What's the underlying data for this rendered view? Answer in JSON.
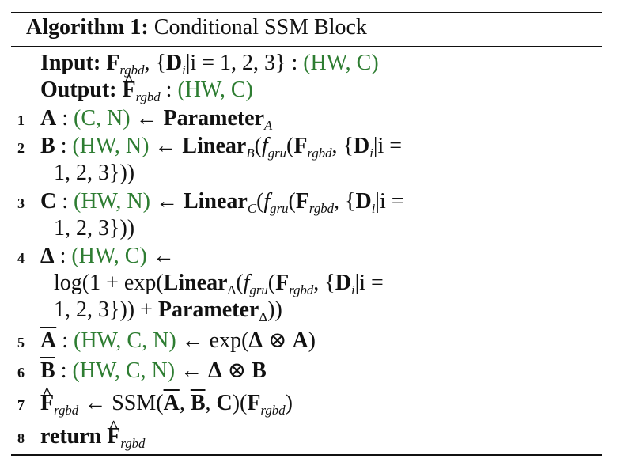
{
  "title": {
    "label": "Algorithm 1:",
    "name": "Conditional SSM Block"
  },
  "io": {
    "input_label": "Input:",
    "output_label": "Output:"
  },
  "lines": {
    "l1": "1",
    "l2": "2",
    "l3": "3",
    "l4": "4",
    "l5": "5",
    "l6": "6",
    "l7": "7",
    "l8": "8"
  },
  "text": {
    "F": "F",
    "rgbd": "rgbd",
    "D": "D",
    "i": "i",
    "set_tail": "|i = 1, 2, 3}",
    "set_tail_wrap1": "|i =",
    "set_tail_wrap2": "1, 2, 3}))",
    "set_tail_wrap3": "1, 2, 3})) + ",
    "colon": " : ",
    "hwc": "(HW, C)",
    "cn": "(C, N)",
    "hwn": "(HW, N)",
    "hwcn": "(HW, C, N)",
    "arrow": " ← ",
    "parameter": "Parameter",
    "linear": "Linear",
    "f": "f",
    "gru": "gru",
    "A": "A",
    "B": "B",
    "C": "C",
    "delta": "Δ",
    "log_exp": "log(1 + exp(",
    "exp_open": "exp(",
    "otimes": " ⊗ ",
    "ssm": "SSM(",
    "return": "return"
  }
}
